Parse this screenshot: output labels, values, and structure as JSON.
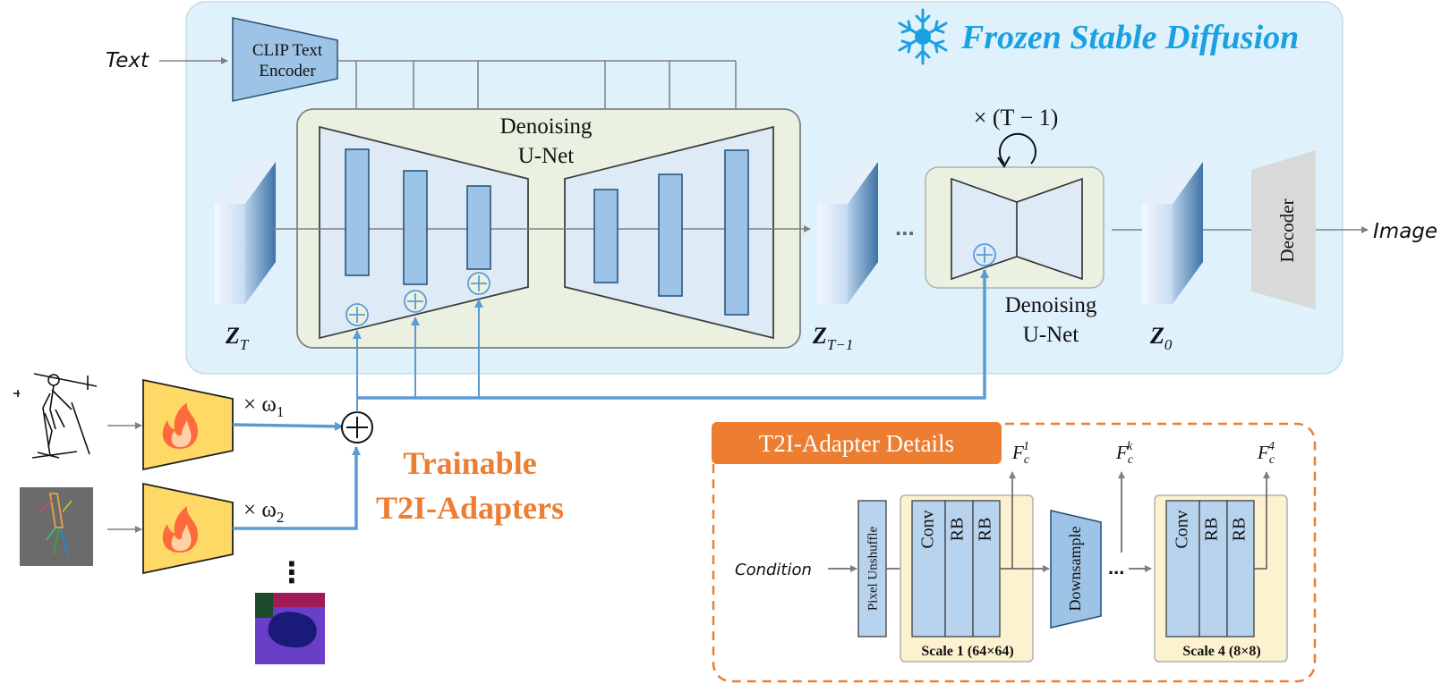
{
  "frozen": {
    "title": "Frozen Stable Diffusion",
    "icon": "snowflake-icon"
  },
  "inputs": {
    "text": "Text",
    "image": "Image",
    "condition": "Condition"
  },
  "clip": {
    "line1": "CLIP Text",
    "line2": "Encoder"
  },
  "unet": {
    "line1": "Denoising",
    "line2": "U-Net"
  },
  "unet_small": {
    "line1": "Denoising",
    "line2": "U-Net"
  },
  "loop_label": "× (T − 1)",
  "latents": {
    "zT": "Z",
    "zT_sub": "T",
    "zT1": "Z",
    "zT1_sub": "T−1",
    "z0": "Z",
    "z0_sub": "0"
  },
  "ellipsis": "...",
  "decoder": "Decoder",
  "weights": {
    "w1": "× ω",
    "w1_sub": "1",
    "w2": "× ω",
    "w2_sub": "2"
  },
  "vdots": "⋮",
  "trainable": {
    "line1": "Trainable",
    "line2": "T2I-Adapters"
  },
  "details": {
    "title": "T2I-Adapter Details",
    "pixel_unshuffle": "Pixel Unshuffle",
    "conv": "Conv",
    "rb": "RB",
    "downsample": "Downsample",
    "scale1": "Scale 1 (64×64)",
    "scale4": "Scale 4 (8×8)",
    "fc1": "F",
    "fc1_sub": "c",
    "fc1_sup": "1",
    "fck": "F",
    "fck_sub": "c",
    "fck_sup": "k",
    "fc4": "F",
    "fc4_sub": "c",
    "fc4_sup": "4",
    "dots": "..."
  },
  "colors": {
    "panel_bg": "#dff2fb",
    "accent_blue": "#5b9bd5",
    "block_blue": "#9dc3e6",
    "orange": "#ed7d31",
    "adapter_yellow": "#ffd966",
    "frozen_text": "#1ba1e2"
  }
}
